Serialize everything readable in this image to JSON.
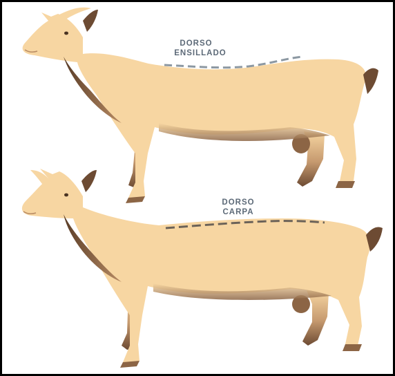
{
  "figures": [
    {
      "label_line1": "DORSO",
      "label_line2": "ENSILLADO"
    },
    {
      "label_line1": "DORSO",
      "label_line2": "CARPA"
    }
  ],
  "colors": {
    "body": "#f7d6a2",
    "shadow": "#6d4b33",
    "shadow_light": "#b88b63",
    "dashed_line": "#8c98a2",
    "dashed_line_dark": "#6b6258",
    "label": "#5d6a78",
    "frame": "#000000"
  }
}
